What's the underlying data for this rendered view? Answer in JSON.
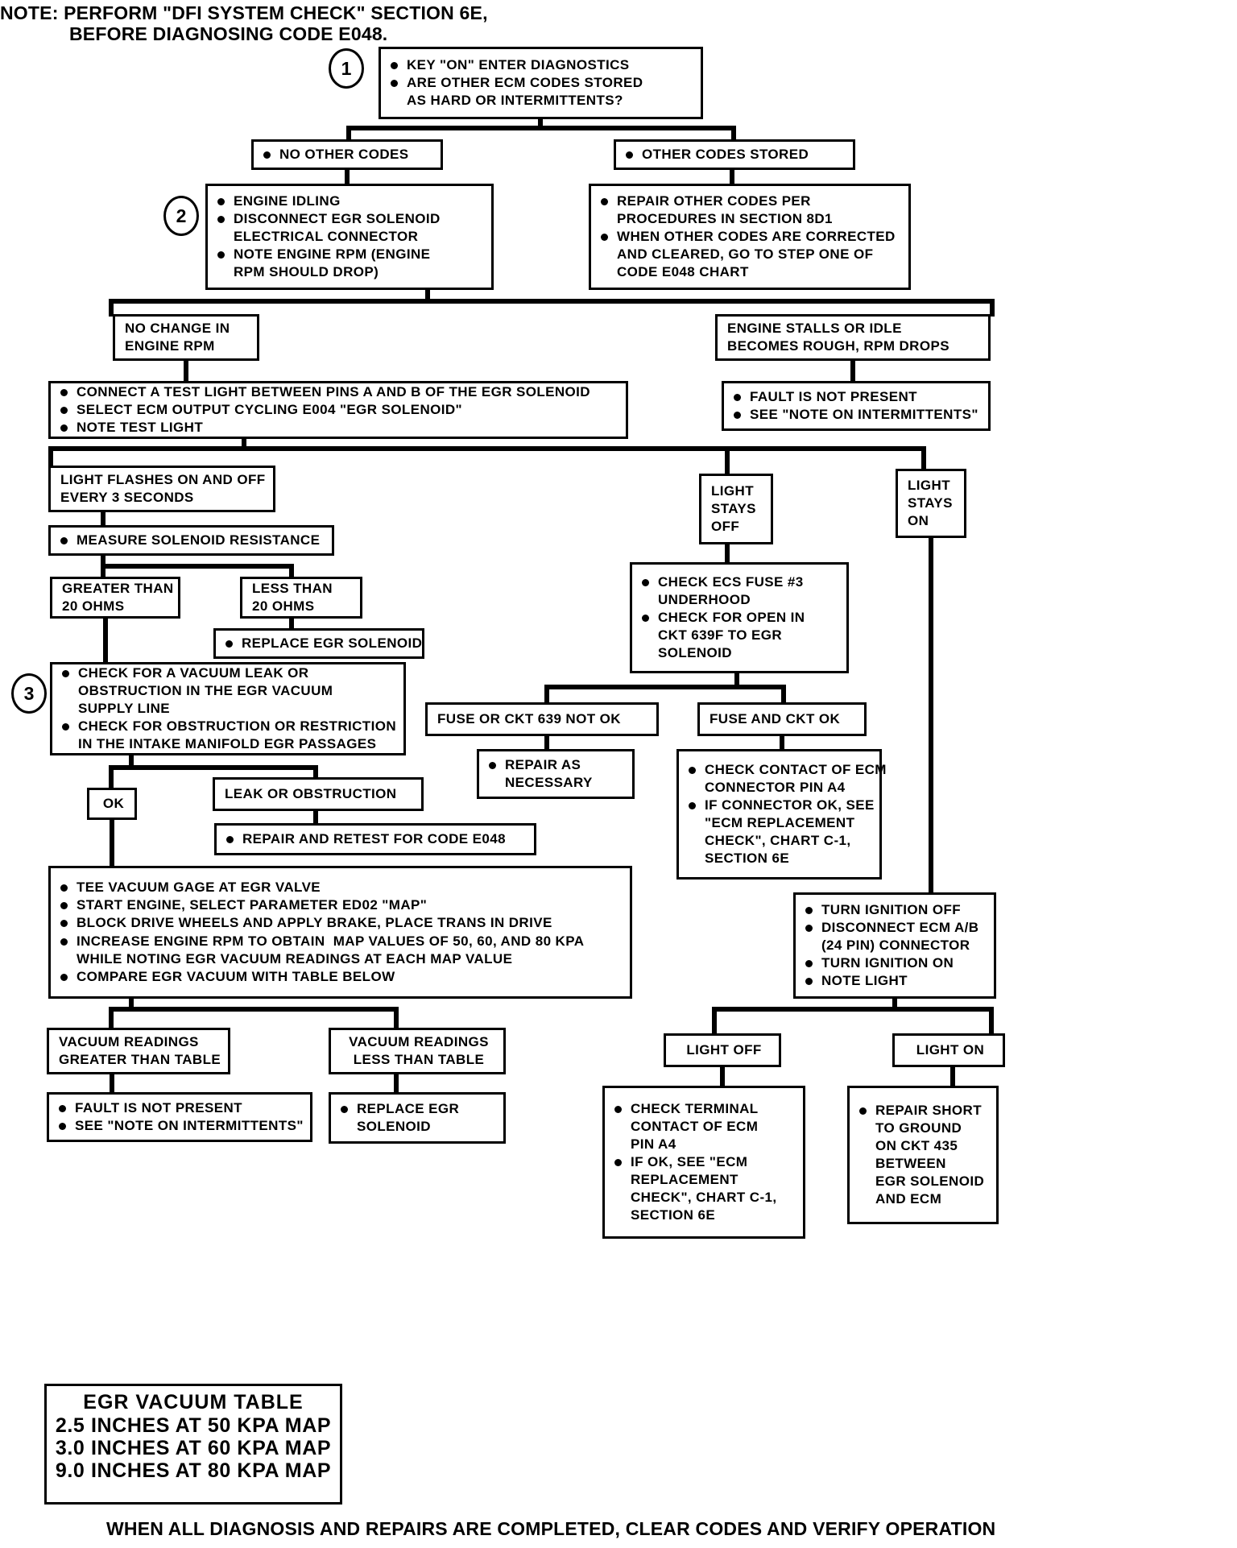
{
  "header": {
    "note_line1": "NOTE: PERFORM \"DFI SYSTEM CHECK\" SECTION 6E,",
    "note_line2": "BEFORE DIAGNOSING CODE E048."
  },
  "footer": {
    "text": "WHEN ALL DIAGNOSIS AND REPAIRS ARE COMPLETED, CLEAR CODES AND VERIFY OPERATION"
  },
  "steps": {
    "one": "1",
    "two": "2",
    "three": "3"
  },
  "nodes": {
    "n1_enter_diagnostics": {
      "l1": "KEY \"ON\" ENTER DIAGNOSTICS",
      "l2": "ARE OTHER ECM CODES STORED",
      "l3": "AS HARD OR INTERMITTENTS?"
    },
    "n2_no_other_codes": {
      "l1": "NO OTHER CODES"
    },
    "n3_other_codes_stored": {
      "l1": "OTHER CODES STORED"
    },
    "n4_engine_idling": {
      "l1": "ENGINE IDLING",
      "l2": "DISCONNECT EGR SOLENOID",
      "l3": "ELECTRICAL CONNECTOR",
      "l4": "NOTE ENGINE RPM (ENGINE",
      "l5": "RPM SHOULD DROP)"
    },
    "n5_repair_other_codes": {
      "l1": "REPAIR OTHER CODES PER",
      "l2": "PROCEDURES IN SECTION 8D1",
      "l3": "WHEN OTHER CODES ARE CORRECTED",
      "l4": "AND CLEARED, GO TO STEP ONE OF",
      "l5": "CODE E048 CHART"
    },
    "n6_no_change_rpm": {
      "l1": "NO CHANGE IN",
      "l2": "ENGINE RPM"
    },
    "n7_engine_stalls": {
      "l1": "ENGINE STALLS OR IDLE",
      "l2": "BECOMES ROUGH, RPM DROPS"
    },
    "n8_test_light": {
      "l1": "CONNECT A TEST LIGHT BETWEEN PINS A AND B OF THE EGR SOLENOID",
      "l2": "SELECT ECM OUTPUT CYCLING E004 \"EGR SOLENOID\"",
      "l3": "NOTE TEST LIGHT"
    },
    "n9_fault_not_present_right": {
      "l1": "FAULT IS NOT PRESENT",
      "l2": "SEE \"NOTE ON INTERMITTENTS\""
    },
    "n10_light_flashes": {
      "l1": "LIGHT FLASHES ON AND OFF",
      "l2": "EVERY 3 SECONDS"
    },
    "n11_light_stays_off": {
      "l1": "LIGHT",
      "l2": "STAYS",
      "l3": "OFF"
    },
    "n12_light_stays_on": {
      "l1": "LIGHT",
      "l2": "STAYS",
      "l3": "ON"
    },
    "n13_measure_resistance": {
      "l1": "MEASURE SOLENOID RESISTANCE"
    },
    "n14_greater_20_ohms": {
      "l1": "GREATER THAN",
      "l2": "20 OHMS"
    },
    "n15_less_20_ohms": {
      "l1": "LESS THAN",
      "l2": "20 OHMS"
    },
    "n16_replace_solenoid": {
      "l1": "REPLACE EGR SOLENOID"
    },
    "n17_check_ecs_fuse": {
      "l1": "CHECK ECS FUSE #3",
      "l2": "UNDERHOOD",
      "l3": "CHECK FOR OPEN IN",
      "l4": "CKT 639F TO EGR",
      "l5": "SOLENOID"
    },
    "n18_vacuum_leak_check": {
      "l1": "CHECK FOR A VACUUM LEAK OR",
      "l2": "OBSTRUCTION IN THE EGR VACUUM",
      "l3": "SUPPLY LINE",
      "l4": "CHECK FOR OBSTRUCTION OR RESTRICTION",
      "l5": "IN THE INTAKE MANIFOLD EGR PASSAGES"
    },
    "n19_fuse_or_ckt_not_ok": {
      "l1": "FUSE OR CKT 639 NOT OK"
    },
    "n20_fuse_and_ckt_ok": {
      "l1": "FUSE AND CKT OK"
    },
    "n21_repair_as_necessary": {
      "l1": "REPAIR AS",
      "l2": "NECESSARY"
    },
    "n22_check_contact_ecm": {
      "l1": "CHECK CONTACT OF ECM",
      "l2": "CONNECTOR PIN A4",
      "l3": "IF CONNECTOR OK, SEE",
      "l4": "\"ECM REPLACEMENT",
      "l5": "CHECK\", CHART C-1,",
      "l6": "SECTION 6E"
    },
    "n23_ok": {
      "l1": "OK"
    },
    "n24_leak_or_obstruction": {
      "l1": "LEAK OR OBSTRUCTION"
    },
    "n25_repair_retest": {
      "l1": "REPAIR AND RETEST FOR CODE E048"
    },
    "n26_tee_vacuum_gage": {
      "l1": "TEE VACUUM GAGE AT EGR VALVE",
      "l2": "START ENGINE, SELECT PARAMETER ED02 \"MAP\"",
      "l3": "BLOCK DRIVE WHEELS AND APPLY BRAKE, PLACE TRANS IN DRIVE",
      "l4": "INCREASE ENGINE RPM TO OBTAIN  MAP VALUES OF 50, 60, AND 80 KPA",
      "l5": "WHILE NOTING EGR VACUUM READINGS AT EACH MAP VALUE",
      "l6": "COMPARE EGR VACUUM WITH TABLE BELOW"
    },
    "n27_turn_ignition_off": {
      "l1": "TURN IGNITION OFF",
      "l2": "DISCONNECT ECM A/B",
      "l3": "(24 PIN) CONNECTOR",
      "l4": "TURN IGNITION ON",
      "l5": "NOTE LIGHT"
    },
    "n28_readings_greater": {
      "l1": "VACUUM READINGS",
      "l2": "GREATER THAN TABLE"
    },
    "n29_readings_less": {
      "l1": "VACUUM READINGS",
      "l2": "LESS THAN TABLE"
    },
    "n30_light_off": {
      "l1": "LIGHT OFF"
    },
    "n31_light_on": {
      "l1": "LIGHT ON"
    },
    "n32_fault_not_present_bottom": {
      "l1": "FAULT IS NOT PRESENT",
      "l2": "SEE \"NOTE ON INTERMITTENTS\""
    },
    "n33_replace_egr_solenoid_bottom": {
      "l1": "REPLACE EGR",
      "l2": "SOLENOID"
    },
    "n34_check_terminal_contact": {
      "l1": "CHECK TERMINAL",
      "l2": "CONTACT OF ECM",
      "l3": "PIN A4",
      "l4": "IF OK, SEE \"ECM",
      "l5": "REPLACEMENT",
      "l6": "CHECK\", CHART C-1,",
      "l7": "SECTION 6E"
    },
    "n35_repair_short": {
      "l1": "REPAIR SHORT",
      "l2": "TO GROUND",
      "l3": "ON CKT 435",
      "l4": "BETWEEN",
      "l5": "EGR SOLENOID",
      "l6": "AND ECM"
    }
  },
  "vacuum_table": {
    "title": "EGR VACUUM TABLE",
    "rows": [
      "2.5 INCHES AT 50 KPA MAP",
      "3.0 INCHES AT 60 KPA MAP",
      "9.0 INCHES AT 80 KPA MAP"
    ]
  },
  "colors": {
    "ink": "#000000",
    "paper": "#ffffff"
  }
}
